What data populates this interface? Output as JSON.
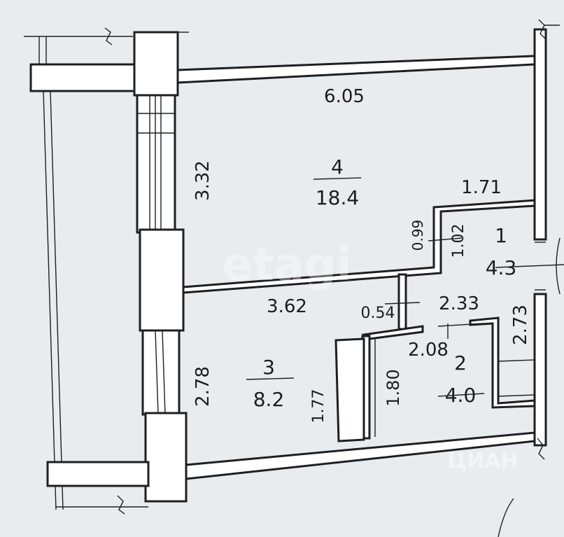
{
  "colors": {
    "paper": "#e9ecef",
    "line": "#1d1f22",
    "wall_fill": "#ffffff"
  },
  "rooms": [
    {
      "number": "4",
      "area": "18.4"
    },
    {
      "number": "1",
      "area": "4.3"
    },
    {
      "number": "3",
      "area": "8.2"
    },
    {
      "number": "2",
      "area": "4.0"
    }
  ],
  "dimensions": {
    "top_width": "6.05",
    "left_room4": "3.32",
    "nook_width": "1.71",
    "nook_depth": "0.99",
    "room1_height": "1.02",
    "partition_length": "3.62",
    "door_width": "0.54",
    "bath_width": "2.33",
    "bath_inner_width": "2.08",
    "right_lower": "2.73",
    "left_room3": "2.78",
    "closet_height": "1.77",
    "bath_height": "1.80"
  },
  "watermarks": {
    "center": "etagi",
    "corner": "ЦИАН"
  }
}
